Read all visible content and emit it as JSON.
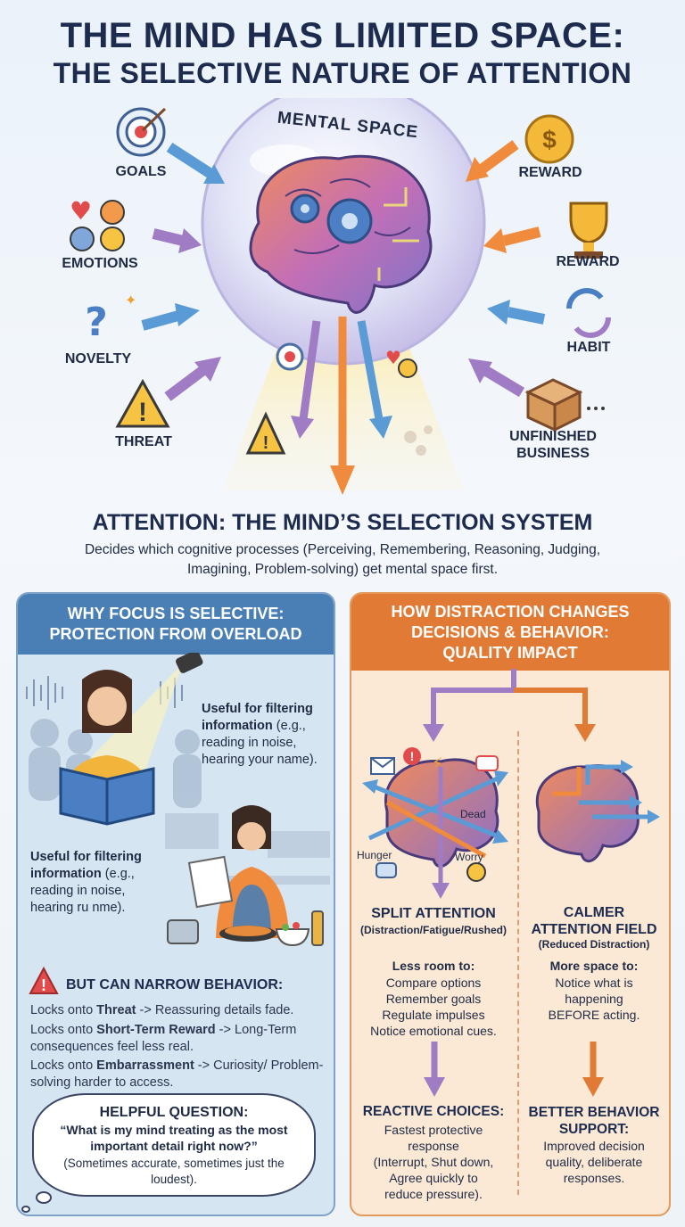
{
  "title": {
    "line1": "THE MIND HAS LIMITED SPACE:",
    "line2": "THE SELECTIVE NATURE OF ATTENTION"
  },
  "mental_space_label": "MENTAL SPACE",
  "factors": {
    "goals": "GOALS",
    "emotions": "EMOTIONS",
    "novelty": "NOVELTY",
    "threat": "THREAT",
    "reward1": "REWARD",
    "reward2": "REWARD",
    "habit": "HABIT",
    "unfinished1": "UNFINISHED",
    "unfinished2": "BUSINESS"
  },
  "section": {
    "title": "ATTENTION: THE MIND’S SELECTION SYSTEM",
    "desc": "Decides which cognitive processes (Perceiving, Remembering, Reasoning, Judging, Imagining, Problem-solving) get mental space first."
  },
  "left_panel": {
    "head1": "WHY FOCUS IS SELECTIVE:",
    "head2": "PROTECTION FROM OVERLOAD",
    "useful1_bold": "Useful for filtering information",
    "useful1_rest": " (e.g., reading in noise, hearing your name).",
    "useful2_bold": "Useful for filtering information",
    "useful2_rest": " (e.g., reading in noise, hearing ru nme).",
    "narrow_title": "BUT CAN NARROW BEHAVIOR:",
    "locks": [
      {
        "pre": "Locks onto ",
        "bold": "Threat",
        "post": " -> Reassuring details fade."
      },
      {
        "pre": "Locks onto ",
        "bold": "Short-Term Reward",
        "post": " -> Long-Term consequences feel less real."
      },
      {
        "pre": "Locks onto ",
        "bold": "Embarrassment",
        "post": " -> Curiosity/ Problem-solving harder to access."
      }
    ],
    "question_title": "HELPFUL QUESTION:",
    "question": "“What is my mind treating as the most important detail right now?”",
    "question_note": "(Sometimes accurate, sometimes just the loudest)."
  },
  "right_panel": {
    "head1": "HOW DISTRACTION CHANGES",
    "head2": "DECISIONS & BEHAVIOR:",
    "head3": "QUALITY IMPACT",
    "brain_labels": {
      "dead": "Dead",
      "hunger": "Hunger",
      "worry": "Worry"
    },
    "split": {
      "title": "SPLIT ATTENTION",
      "sub": "(Distraction/Fatigue/Rushed)",
      "lead": "Less room to:",
      "items": [
        "Compare options",
        "Remember goals",
        "Regulate impulses",
        "Notice emotional cues."
      ],
      "result_title": "REACTIVE CHOICES:",
      "result_lines": [
        "Fastest protective",
        "response",
        "(Interrupt, Shut down,",
        "Agree quickly to",
        "reduce pressure)."
      ]
    },
    "calm": {
      "title1": "CALMER",
      "title2": "ATTENTION FIELD",
      "sub": "(Reduced Distraction)",
      "lead": "More space to:",
      "items": [
        "Notice what is",
        "happening",
        "BEFORE acting."
      ],
      "result_title1": "BETTER BEHAVIOR",
      "result_title2": "SUPPORT:",
      "result_lines": [
        "Improved decision",
        "quality, deliberate",
        "responses."
      ]
    }
  },
  "colors": {
    "title": "#1d2b4f",
    "blue_panel": "#4a7fb5",
    "orange_panel": "#e07a35",
    "arrow_blue": "#5b9bd5",
    "arrow_purple": "#a07cc5",
    "arrow_orange": "#f08a3c"
  },
  "icons": [
    "target-icon",
    "heart-icon",
    "sad-face-icon",
    "happy-face-icon",
    "question-mark-icon",
    "warning-icon",
    "coin-icon",
    "trophy-icon",
    "cycle-icon",
    "box-icon",
    "brain-icon",
    "gear-icon",
    "spotlight-icon",
    "book-icon",
    "envelope-icon",
    "chat-icon"
  ]
}
